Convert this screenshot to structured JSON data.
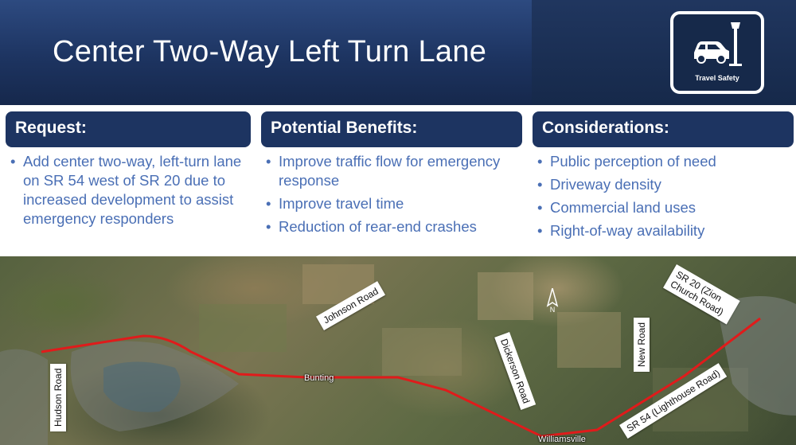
{
  "header": {
    "title": "Center Two-Way Left Turn Lane",
    "badge_label": "Travel Safety",
    "badge_icon": "car-streetlight-icon"
  },
  "columns": [
    {
      "heading": "Request:",
      "items": [
        "Add center two-way, left-turn lane on SR 54 west of SR 20 due to increased development to assist emergency responders"
      ]
    },
    {
      "heading": "Potential Benefits:",
      "items": [
        "Improve traffic flow for emergency response",
        "Improve travel time",
        "Reduction of rear-end crashes"
      ]
    },
    {
      "heading": "Considerations:",
      "items": [
        "Public perception of need",
        "Driveway density",
        "Commercial land uses",
        "Right-of-way availability"
      ]
    }
  ],
  "map": {
    "road_labels": {
      "hudson": "Hudson Road",
      "johnson": "Johnson Road",
      "dickerson": "Dickerson Road",
      "new_road": "New Road",
      "sr20": "SR 20 (Zion Church Road)",
      "sr54": "SR 54 (Lighthouse Road)"
    },
    "places": {
      "bunting": "Bunting",
      "williamsville": "Williamsville"
    },
    "route_color": "#e01b1b"
  },
  "colors": {
    "header_bg": "#1d3461",
    "heading_bg": "#1d3461",
    "bullet_text": "#4a6fb5"
  }
}
